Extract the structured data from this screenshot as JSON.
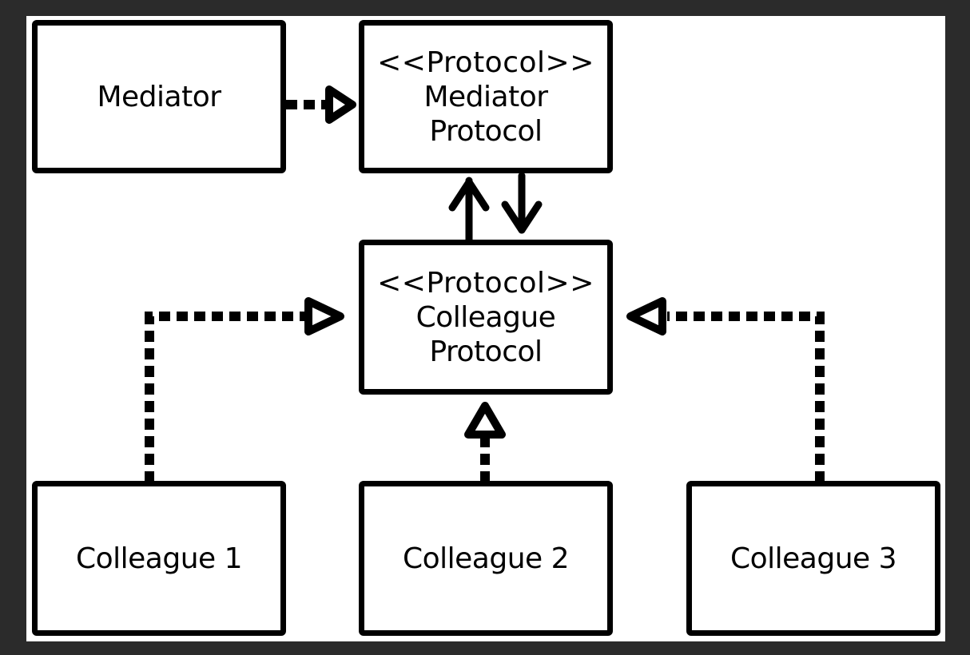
{
  "nodes": {
    "mediator": {
      "lines": [
        "Mediator"
      ]
    },
    "mediator_protocol": {
      "lines": [
        "<<Protocol>>",
        "Mediator",
        "Protocol"
      ]
    },
    "colleague_protocol": {
      "lines": [
        "<<Protocol>>",
        "Colleague",
        "Protocol"
      ]
    },
    "colleague_1": {
      "lines": [
        "Colleague 1"
      ]
    },
    "colleague_2": {
      "lines": [
        "Colleague 2"
      ]
    },
    "colleague_3": {
      "lines": [
        "Colleague 3"
      ]
    }
  },
  "edges": [
    {
      "from": "mediator",
      "to": "mediator_protocol",
      "style": "dashed",
      "head": "hollow-triangle"
    },
    {
      "from": "colleague_protocol",
      "to": "mediator_protocol",
      "style": "solid",
      "head": "open-arrow"
    },
    {
      "from": "mediator_protocol",
      "to": "colleague_protocol",
      "style": "solid",
      "head": "open-arrow"
    },
    {
      "from": "colleague_1",
      "to": "colleague_protocol",
      "style": "dashed",
      "head": "hollow-triangle"
    },
    {
      "from": "colleague_2",
      "to": "colleague_protocol",
      "style": "dashed",
      "head": "hollow-triangle"
    },
    {
      "from": "colleague_3",
      "to": "colleague_protocol",
      "style": "dashed",
      "head": "hollow-triangle"
    }
  ],
  "colors": {
    "background": "#2b2b2b",
    "canvas": "#ffffff",
    "ink": "#000000"
  }
}
